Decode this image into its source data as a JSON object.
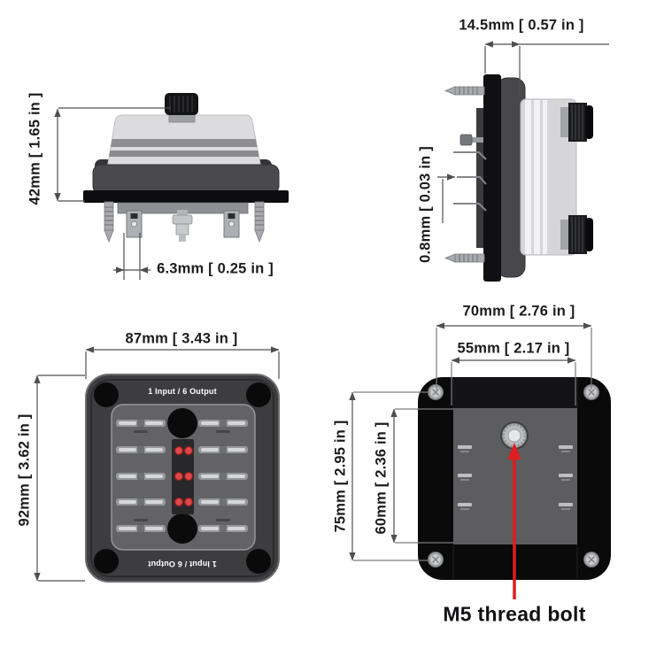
{
  "figure": {
    "type": "product-dimension-diagram",
    "product": "blade fuse box, 1 input / 6 output",
    "views": [
      "front-with-cover",
      "side-profile",
      "front-panel",
      "back-panel"
    ]
  },
  "labels": {
    "panel_top": "1 Input / 6 Output",
    "panel_bottom": "1 Input / 6 Output",
    "bolt_callout": "M5 thread bolt"
  },
  "dimensions": {
    "cover_height": "42mm [ 1.65 in ]",
    "terminal_width": "6.3mm [ 0.25 in ]",
    "mount_depth": "14.5mm [ 0.57 in ]",
    "blade_thickness": "0.8mm [ 0.03 in ]",
    "panel_width": "87mm [ 3.43 in ]",
    "panel_height": "92mm [ 3.62 in ]",
    "screw_span_width_outer": "70mm [ 2.76 in ]",
    "screw_span_width_inner": "55mm [ 2.17 in ]",
    "screw_span_height_outer": "75mm [ 2.95 in ]",
    "screw_span_height_inner": "60mm [ 2.36 in ]"
  },
  "counts": {
    "led_indicators": 6,
    "fuse_rows": 5,
    "corner_screws": 4,
    "back_terminals": 6
  },
  "colors": {
    "background": "#ffffff",
    "dimension_line": "#4f4f52",
    "label_text": "#1c1c1e",
    "panel_text": "#ffffff",
    "callout_arrow": "#e01d1d",
    "led_red": "#de4848",
    "housing_black": "#0a0a0b",
    "housing_gray": "#3d3d40",
    "cover_gray": "#d9d9db"
  }
}
